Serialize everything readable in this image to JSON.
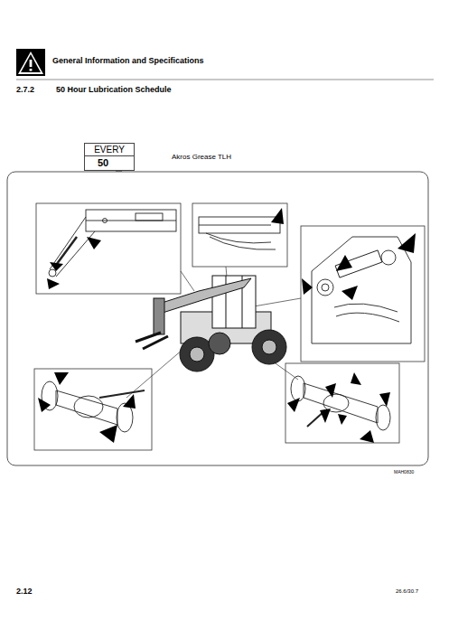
{
  "diagram": {
    "title": "50 Hour Lubrication Schedule",
    "nodes": [
      {
        "text": [
          "EVERY",
          "50"
        ]
      }
    ],
    "edges": [],
    "labels": [
      "General Information and Specifications",
      "2.7.2",
      "Akros Grease TLH",
      "MAH0830",
      "2.12",
      "26.6/30.7"
    ]
  }
}
